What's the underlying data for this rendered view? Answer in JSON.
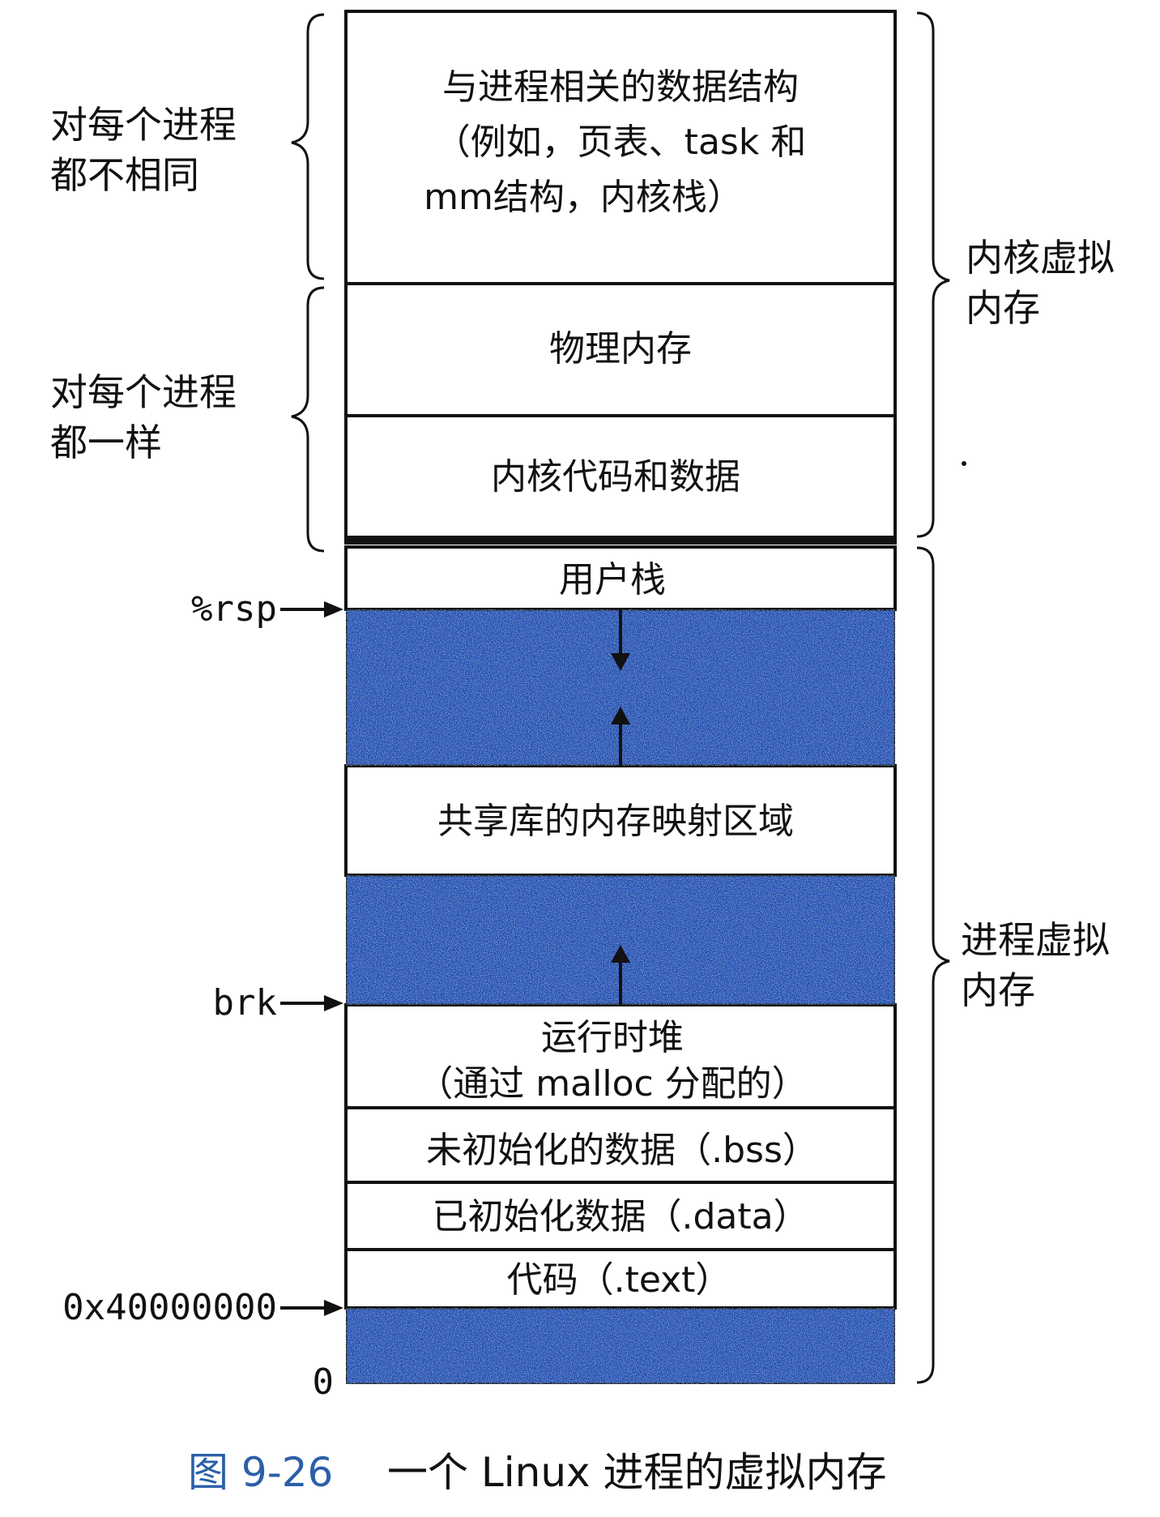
{
  "colors": {
    "ink": "#111111",
    "free_region": "#1f4fb0",
    "caption": "#2b5fa8",
    "background": "#ffffff"
  },
  "regions": {
    "kernel_structs": [
      "与进程相关的数据结构",
      "（例如，页表、task 和",
      "mm结构，内核栈）"
    ],
    "physical_memory": "物理内存",
    "kernel_code_data": "内核代码和数据",
    "user_stack": "用户栈",
    "shared_libs": "共享库的内存映射区域",
    "heap": [
      "运行时堆",
      "（通过 malloc 分配的）"
    ],
    "bss": "未初始化的数据（.bss）",
    "data": "已初始化数据（.data）",
    "text": "代码（.text）"
  },
  "left_labels": {
    "per_process_diff": [
      "对每个进程",
      "都不相同"
    ],
    "per_process_same": [
      "对每个进程",
      "都一样"
    ]
  },
  "right_labels": {
    "kernel_vm": [
      "内核虚拟",
      "内存"
    ],
    "process_vm": [
      "进程虚拟",
      "内存"
    ]
  },
  "pointers": {
    "rsp": "%rsp",
    "brk": "brk",
    "start_addr": "0x40000000",
    "zero": "0"
  },
  "caption": {
    "figure_no": "图 9-26",
    "title": "一个 Linux 进程的虚拟内存"
  }
}
